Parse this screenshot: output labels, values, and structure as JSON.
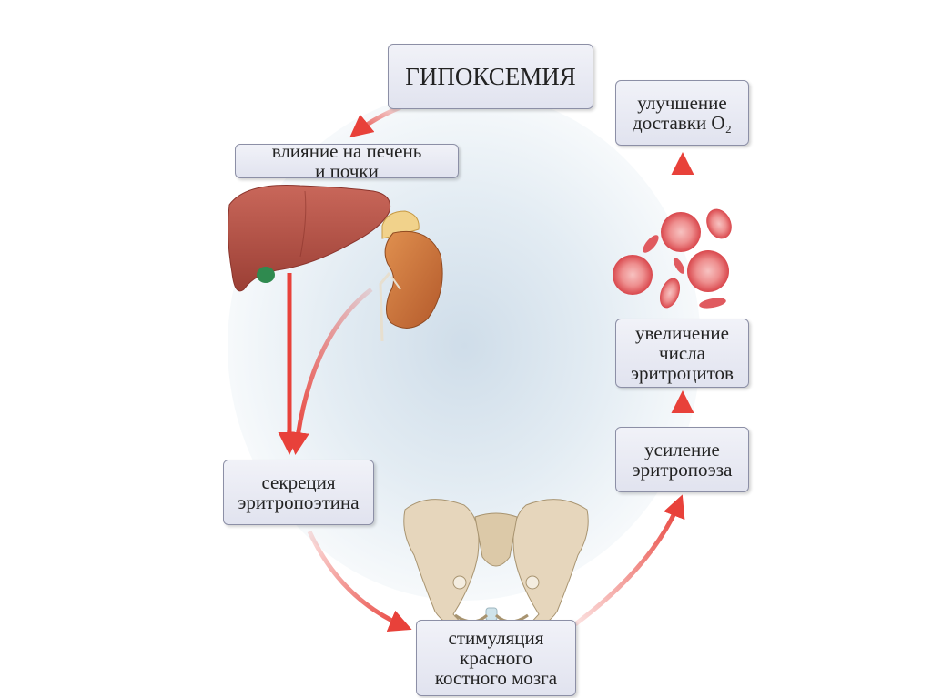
{
  "title": "ГИПОКСЕМИЯ",
  "steps": {
    "liver_kidney": [
      "влияние на печень",
      "и почки"
    ],
    "epo": [
      "секреция",
      "эритропоэтина"
    ],
    "marrow": [
      "стимуляция",
      "красного",
      "костного мозга"
    ],
    "erythropoiesis": [
      "усиление",
      "эритропоэза"
    ],
    "rbc_count": [
      "увеличение",
      "числа",
      "эритроцитов"
    ],
    "o2": [
      "улучшение",
      "доставки O₂"
    ]
  },
  "colors": {
    "arrow": "#e8413a",
    "box_border": "#8c8fa6",
    "liver": "#b8564a",
    "kidney": "#c8743c",
    "bone": "#e6d6bc",
    "rbc": "#e96a6f"
  },
  "icons": [
    "liver-icon",
    "kidney-icon",
    "pelvis-icon",
    "red-blood-cells-icon"
  ]
}
